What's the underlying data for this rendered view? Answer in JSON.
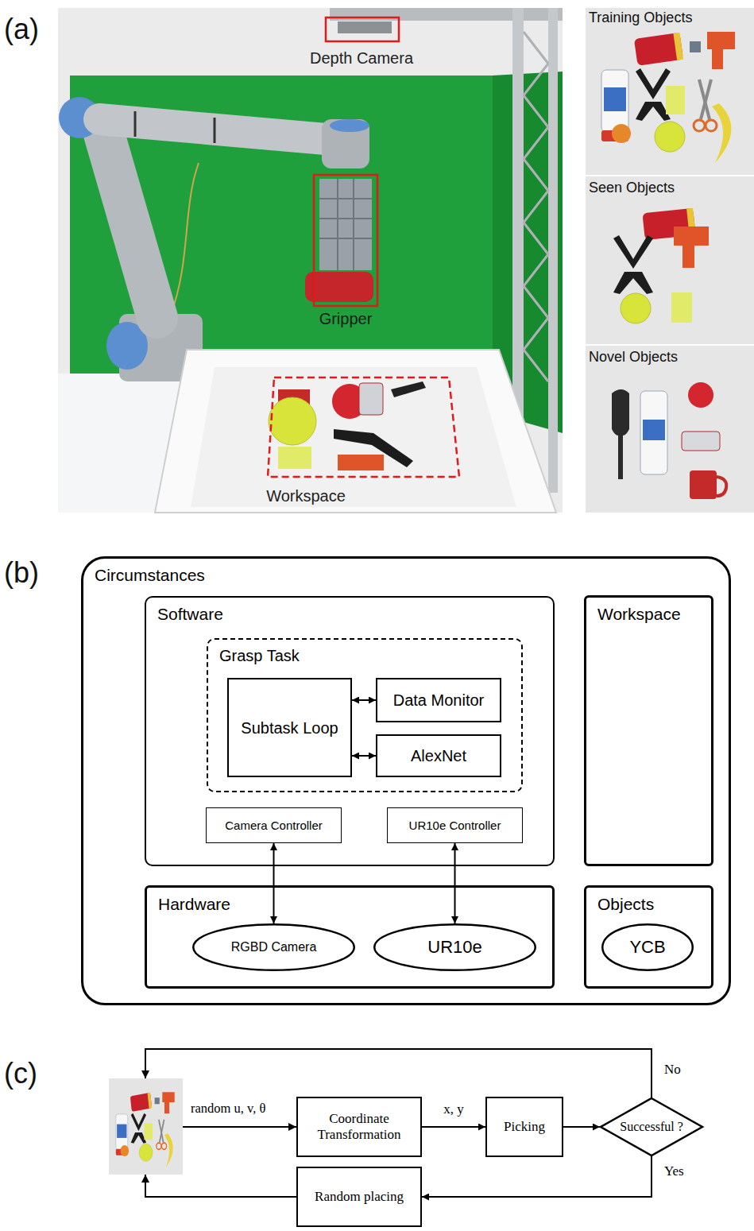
{
  "diagram": {
    "nodes": [
      {
        "text": [
          "Circumstances"
        ]
      },
      {
        "text": [
          "Software"
        ],
        "in": 0
      },
      {
        "text": [
          "Grasp Task"
        ],
        "in": 1
      },
      {
        "text": [
          "Subtask Loop"
        ],
        "in": 2
      },
      {
        "text": [
          "Data Monitor"
        ],
        "in": 2
      },
      {
        "text": [
          "AlexNet"
        ],
        "in": 2
      },
      {
        "text": [
          "Camera Controller"
        ],
        "in": 1
      },
      {
        "text": [
          "UR10e Controller"
        ],
        "in": 1
      },
      {
        "text": [
          "Workspace"
        ],
        "in": 0
      },
      {
        "text": [
          "Hardware"
        ],
        "in": 0
      },
      {
        "text": [
          "RGBD Camera"
        ],
        "in": 9
      },
      {
        "text": [
          "UR10e"
        ],
        "in": 9
      },
      {
        "text": [
          "Objects"
        ],
        "in": 0
      },
      {
        "text": [
          "YCB"
        ],
        "in": 12
      },
      {
        "text": [
          "Coordinate Transformation"
        ]
      },
      {
        "text": [
          "Picking"
        ]
      },
      {
        "text": [
          "Successful ?"
        ]
      },
      {
        "text": [
          "Random placing"
        ]
      }
    ],
    "edges": [
      {
        "from": 3,
        "to": 4,
        "arrow": "both"
      },
      {
        "from": 3,
        "to": 5,
        "arrow": "both"
      },
      {
        "from": 6,
        "to": 10,
        "arrow": "both"
      },
      {
        "from": 7,
        "to": 11,
        "arrow": "both"
      },
      {
        "from": 14,
        "to": 15,
        "label": "x, y",
        "arrow": "to"
      },
      {
        "from": 15,
        "to": 16,
        "arrow": "to"
      },
      {
        "from": 16,
        "to": 17,
        "label": "Yes",
        "arrow": "to"
      }
    ],
    "labels": [
      "(a)",
      "Depth Camera",
      "Gripper",
      "Workspace",
      "Training Objects",
      "Seen Objects",
      "Novel Objects",
      "(b)",
      "(c)",
      "random u, v, θ",
      "No"
    ]
  }
}
